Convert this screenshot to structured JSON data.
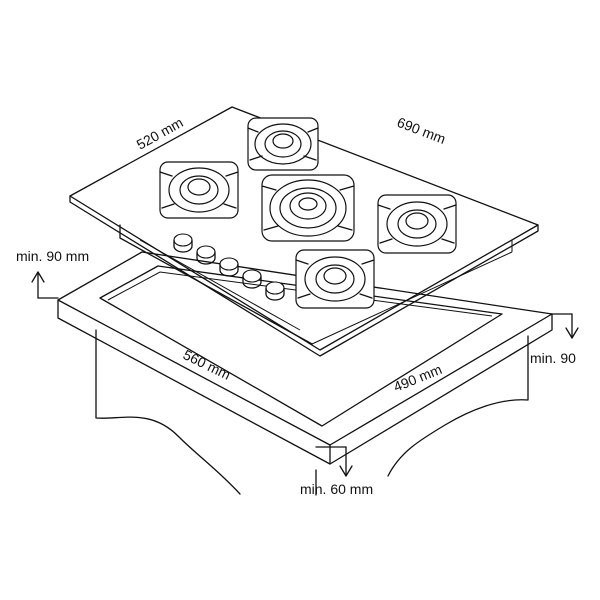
{
  "diagram": {
    "labels": {
      "hob_depth": "520 mm",
      "hob_width": "690 mm",
      "clearance_left": "min. 90 mm",
      "cutout_width": "560 mm",
      "cutout_depth": "490 mm",
      "clearance_right": "min. 90",
      "clearance_front": "min. 60 mm"
    }
  },
  "colors": {
    "line": "#111111",
    "background": "#ffffff"
  },
  "icons": {
    "arrow": "arrow-icon"
  }
}
